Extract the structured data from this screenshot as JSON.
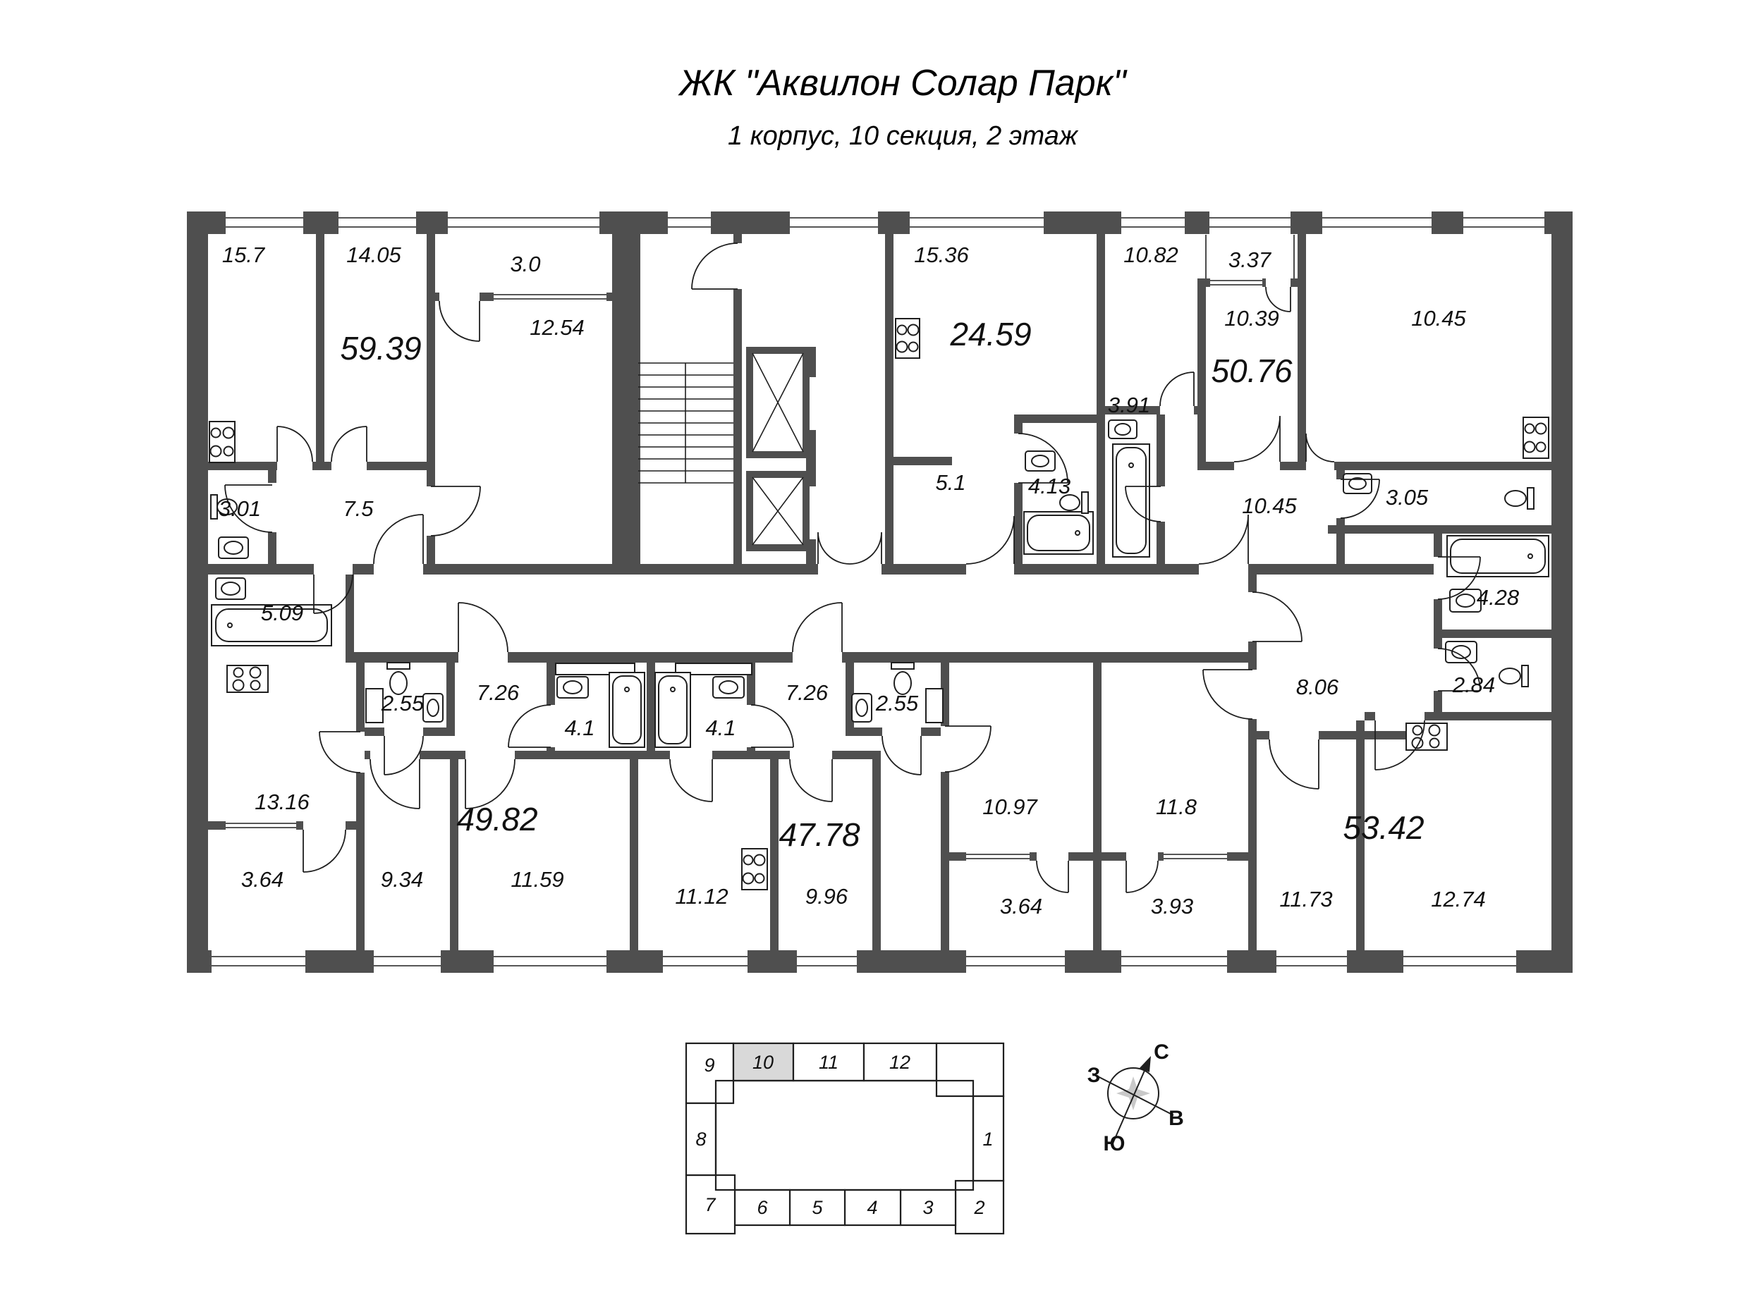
{
  "title": "ЖК \"Аквилон Солар Парк\"",
  "subtitle": "1 корпус, 10 секция, 2 этаж",
  "plan": {
    "apartments": [
      {
        "area": "59.39"
      },
      {
        "area": "24.59"
      },
      {
        "area": "50.76"
      },
      {
        "area": "49.82"
      },
      {
        "area": "47.78"
      },
      {
        "area": "53.42"
      }
    ],
    "rooms": [
      {
        "area": "15.7"
      },
      {
        "area": "14.05"
      },
      {
        "area": "3.0"
      },
      {
        "area": "12.54"
      },
      {
        "area": "3.01"
      },
      {
        "area": "7.5"
      },
      {
        "area": "5.09"
      },
      {
        "area": "15.36"
      },
      {
        "area": "5.1"
      },
      {
        "area": "4.13"
      },
      {
        "area": "10.82"
      },
      {
        "area": "3.37"
      },
      {
        "area": "10.39"
      },
      {
        "area": "10.45"
      },
      {
        "area": "3.91"
      },
      {
        "area": "10.45"
      },
      {
        "area": "3.05"
      },
      {
        "area": "4.28"
      },
      {
        "area": "2.84"
      },
      {
        "area": "2.55"
      },
      {
        "area": "7.26"
      },
      {
        "area": "4.1"
      },
      {
        "area": "2.55"
      },
      {
        "area": "7.26"
      },
      {
        "area": "4.1"
      },
      {
        "area": "8.06"
      },
      {
        "area": "13.16"
      },
      {
        "area": "3.64"
      },
      {
        "area": "9.34"
      },
      {
        "area": "11.59"
      },
      {
        "area": "11.12"
      },
      {
        "area": "9.96"
      },
      {
        "area": "10.97"
      },
      {
        "area": "3.64"
      },
      {
        "area": "11.8"
      },
      {
        "area": "3.93"
      },
      {
        "area": "11.73"
      },
      {
        "area": "12.74"
      }
    ]
  },
  "key_plan": {
    "sections": [
      {
        "label": "9",
        "highlighted": false
      },
      {
        "label": "10",
        "highlighted": true
      },
      {
        "label": "11",
        "highlighted": false
      },
      {
        "label": "12",
        "highlighted": false
      },
      {
        "label": "1",
        "highlighted": false
      },
      {
        "label": "2",
        "highlighted": false
      },
      {
        "label": "3",
        "highlighted": false
      },
      {
        "label": "4",
        "highlighted": false
      },
      {
        "label": "5",
        "highlighted": false
      },
      {
        "label": "6",
        "highlighted": false
      },
      {
        "label": "7",
        "highlighted": false
      },
      {
        "label": "8",
        "highlighted": false
      }
    ]
  },
  "compass": {
    "north": "С",
    "south": "Ю",
    "west": "З",
    "east": "В"
  }
}
